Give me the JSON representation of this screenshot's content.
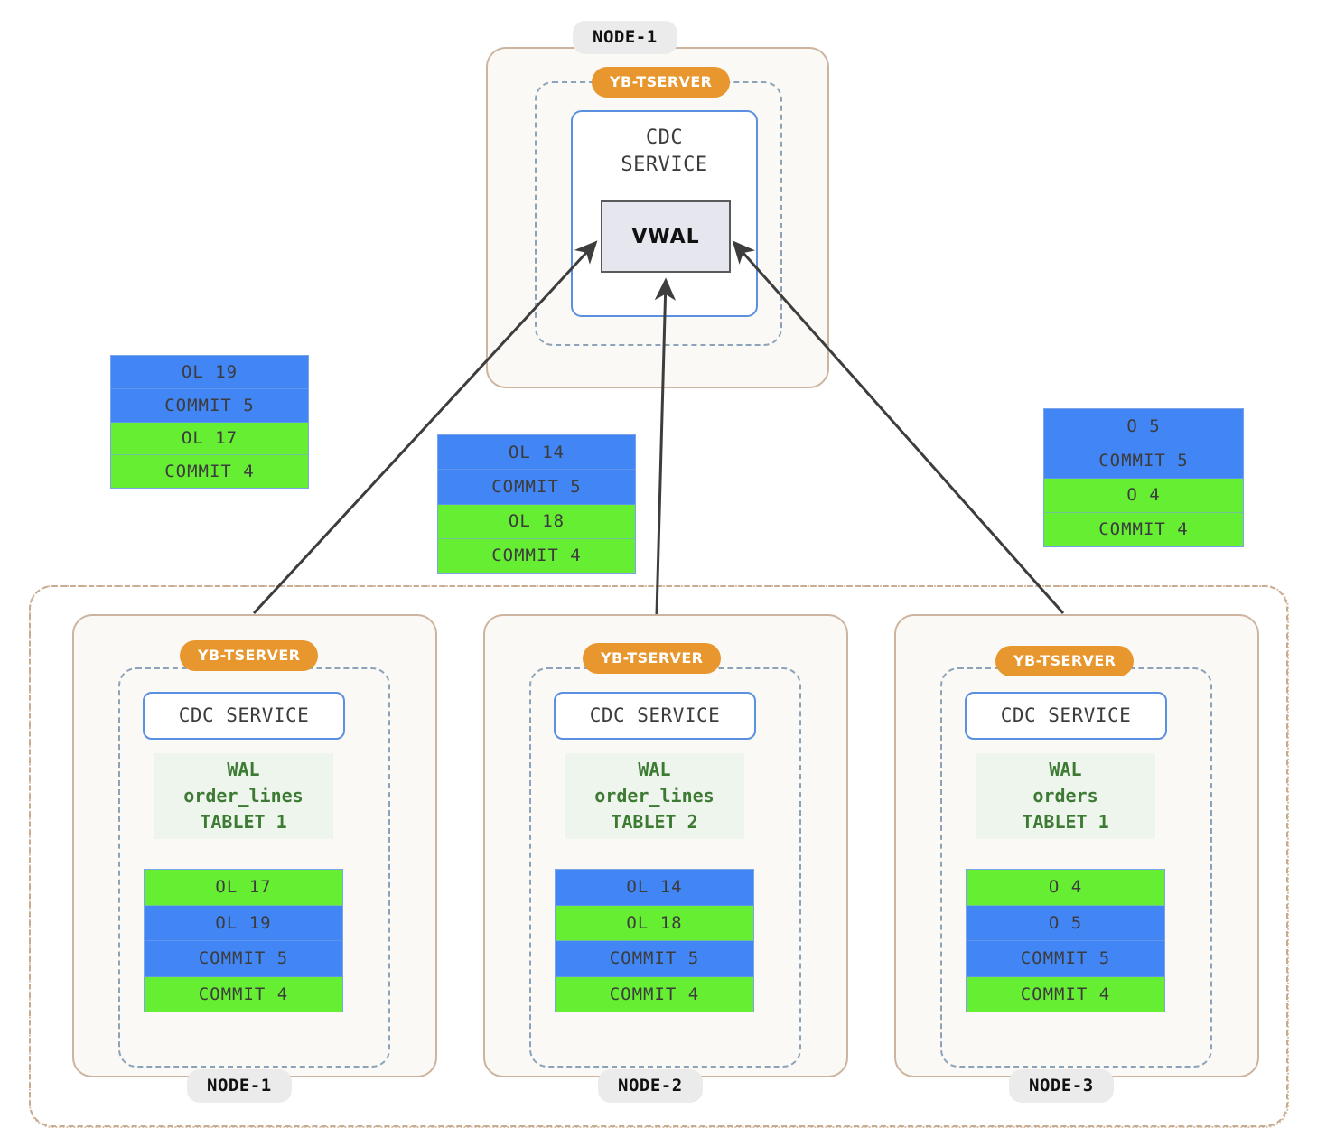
{
  "diagram": {
    "title": "YugabyteDB CDC VWAL topology",
    "colors": {
      "blue_record": "#4285f4",
      "green_record": "#66ee33",
      "tserver_badge": "#e8972e",
      "node_border": "#cdb49e",
      "node_fill": "#fbf9f6",
      "tserver_border": "#8ba3b8",
      "cdc_border": "#5b8fe0",
      "wal_fill": "#eef5ec",
      "wal_text": "#3d7a34",
      "vwal_fill": "#e6e6ef",
      "vwal_border": "#5a5a5a",
      "cluster_border": "#c9ab90",
      "arrow": "#3d3d3d"
    }
  },
  "top_node": {
    "node_label": "NODE-1",
    "tserver_label": "YB-TSERVER",
    "cdc_label": "CDC\nSERVICE",
    "vwal_label": "VWAL"
  },
  "floating_stacks": [
    {
      "name": "left-stack",
      "records": [
        {
          "label": "OL 19",
          "color": "blue"
        },
        {
          "label": "COMMIT 5",
          "color": "blue"
        },
        {
          "label": "OL 17",
          "color": "green"
        },
        {
          "label": "COMMIT 4",
          "color": "green"
        }
      ]
    },
    {
      "name": "middle-stack",
      "records": [
        {
          "label": "OL 14",
          "color": "blue"
        },
        {
          "label": "COMMIT 5",
          "color": "blue"
        },
        {
          "label": "OL 18",
          "color": "green"
        },
        {
          "label": "COMMIT 4",
          "color": "green"
        }
      ]
    },
    {
      "name": "right-stack",
      "records": [
        {
          "label": "O 5",
          "color": "blue"
        },
        {
          "label": "COMMIT 5",
          "color": "blue"
        },
        {
          "label": "O 4",
          "color": "green"
        },
        {
          "label": "COMMIT 4",
          "color": "green"
        }
      ]
    }
  ],
  "bottom_nodes": [
    {
      "node_label": "NODE-1",
      "tserver_label": "YB-TSERVER",
      "cdc_label": "CDC SERVICE",
      "wal_label": "WAL\norder_lines\nTABLET 1",
      "records": [
        {
          "label": "OL 17",
          "color": "green"
        },
        {
          "label": "OL 19",
          "color": "blue"
        },
        {
          "label": "COMMIT 5",
          "color": "blue"
        },
        {
          "label": "COMMIT 4",
          "color": "green"
        }
      ]
    },
    {
      "node_label": "NODE-2",
      "tserver_label": "YB-TSERVER",
      "cdc_label": "CDC SERVICE",
      "wal_label": "WAL\norder_lines\nTABLET 2",
      "records": [
        {
          "label": "OL 14",
          "color": "blue"
        },
        {
          "label": "OL 18",
          "color": "green"
        },
        {
          "label": "COMMIT 5",
          "color": "blue"
        },
        {
          "label": "COMMIT 4",
          "color": "green"
        }
      ]
    },
    {
      "node_label": "NODE-3",
      "tserver_label": "YB-TSERVER",
      "cdc_label": "CDC SERVICE",
      "wal_label": "WAL\norders\nTABLET 1",
      "records": [
        {
          "label": "O 4",
          "color": "green"
        },
        {
          "label": "O 5",
          "color": "blue"
        },
        {
          "label": "COMMIT 5",
          "color": "blue"
        },
        {
          "label": "COMMIT 4",
          "color": "green"
        }
      ]
    }
  ]
}
